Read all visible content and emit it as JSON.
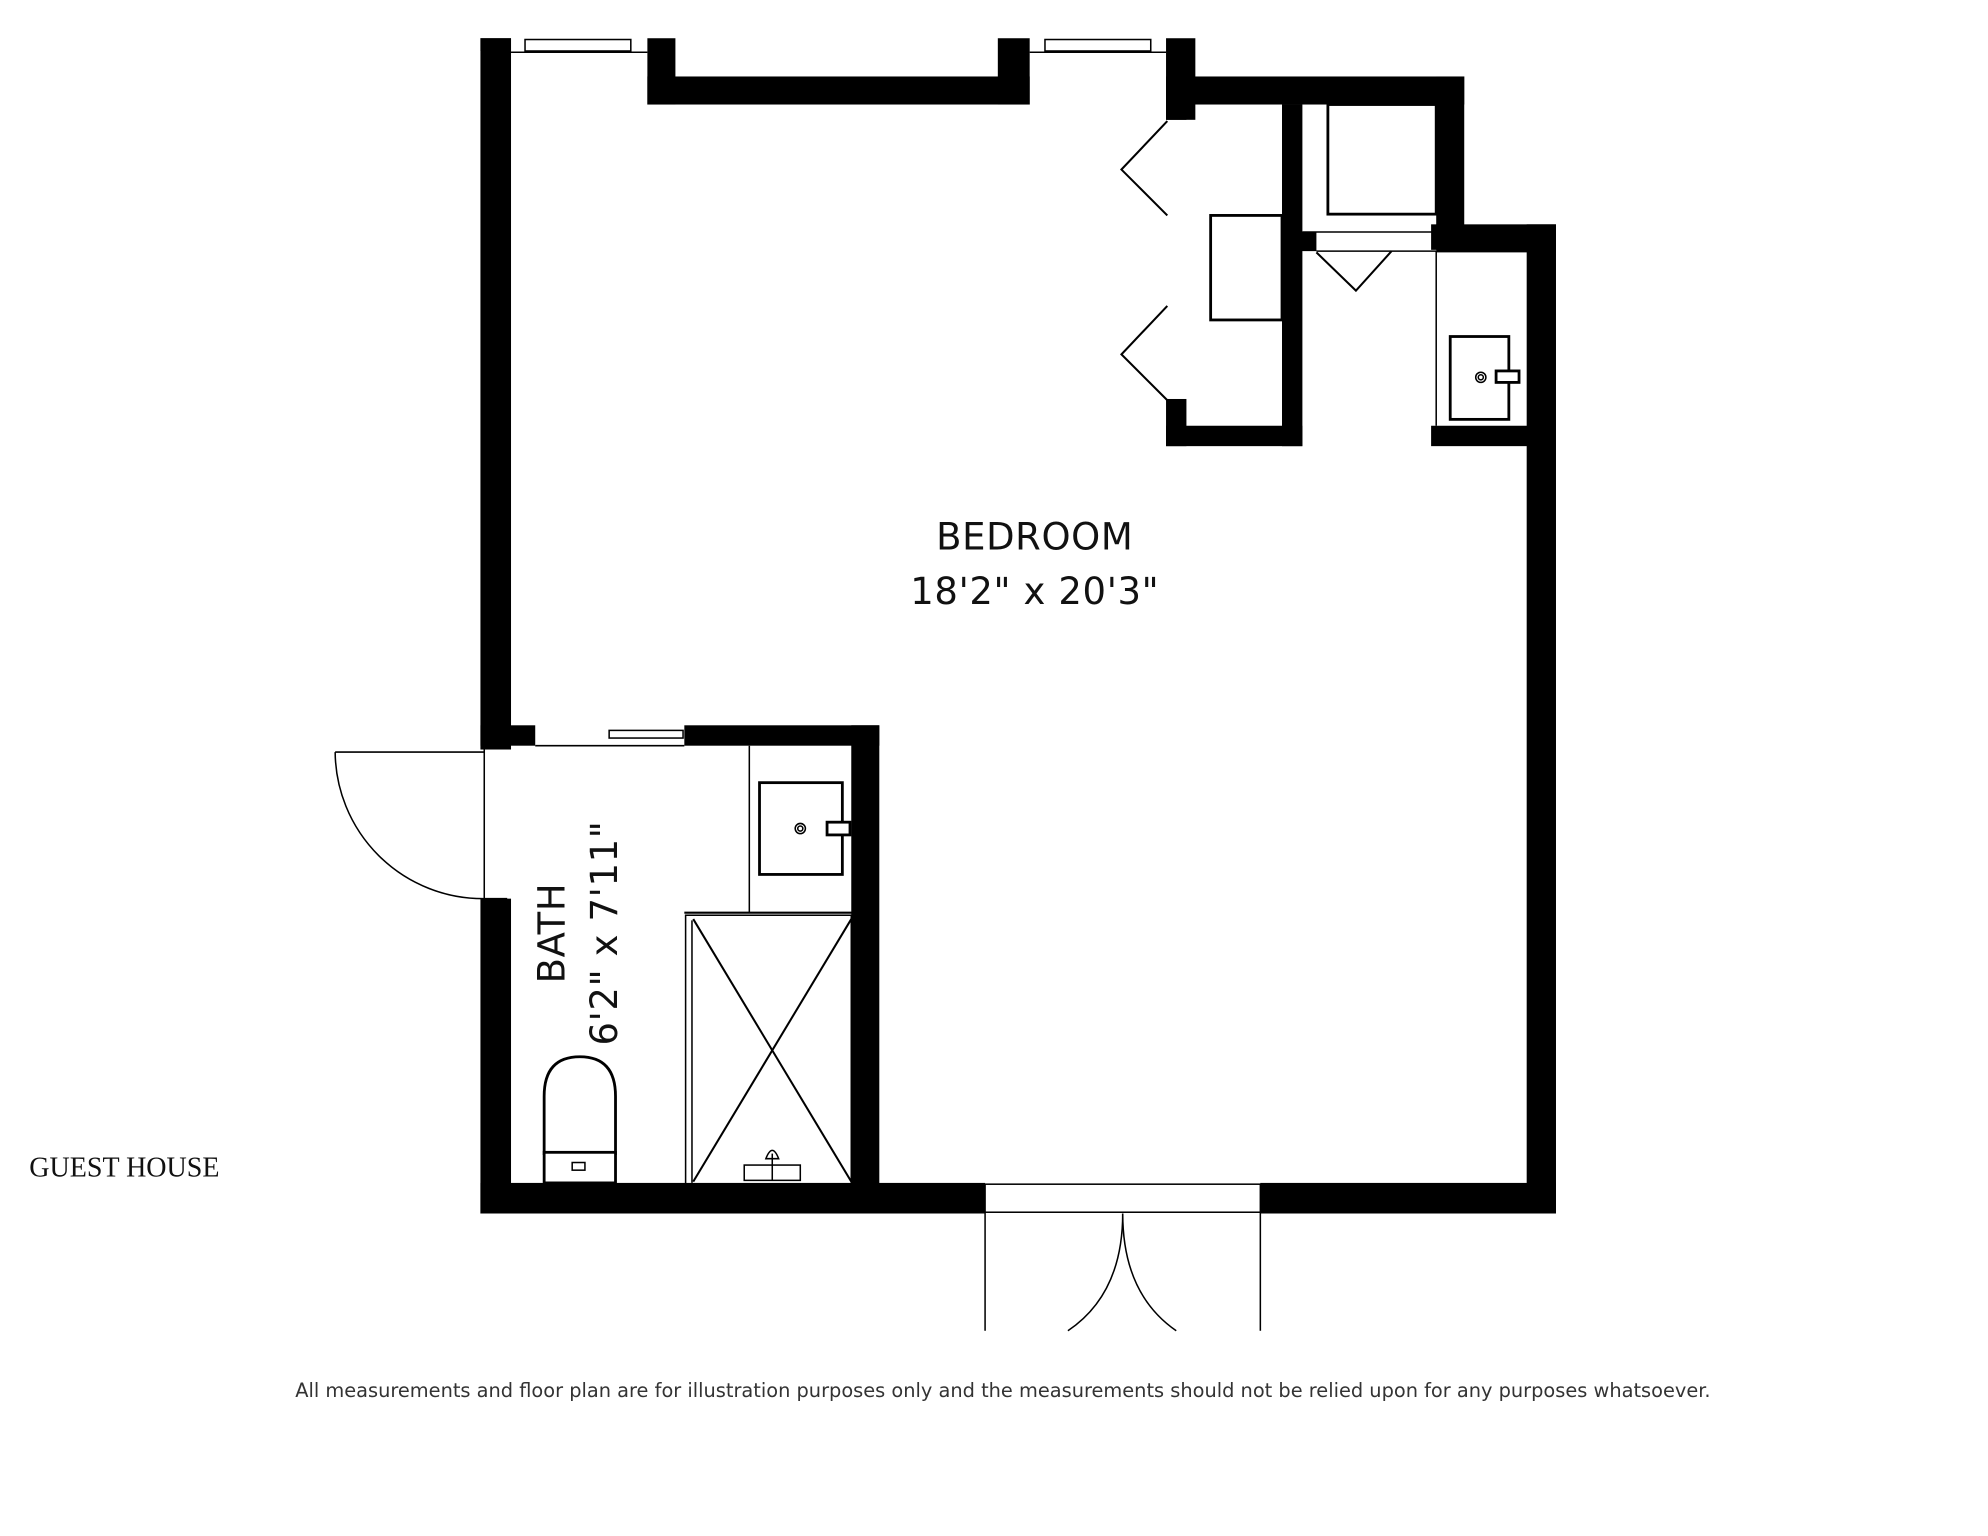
{
  "plan": {
    "title": "GUEST HOUSE",
    "disclaimer": "All measurements and floor plan are for illustration purposes only and the measurements should not be relied upon for any purposes whatsoever.",
    "colors": {
      "wall": "#000000",
      "background": "#ffffff",
      "text": "#111111"
    }
  },
  "rooms": [
    {
      "name": "BEDROOM",
      "dimensions": "18'2\" x 20'3\""
    },
    {
      "name": "BATH",
      "dimensions": "6'2\" x 7'11\""
    }
  ],
  "fixtures": [
    {
      "type": "window-icon",
      "count": 3
    },
    {
      "type": "closet-bifold-door-icon",
      "count": 2
    },
    {
      "type": "sink-icon",
      "count": 2
    },
    {
      "type": "toilet-icon",
      "count": 1
    },
    {
      "type": "shower-icon",
      "count": 1
    },
    {
      "type": "swing-door-icon",
      "count": 2
    },
    {
      "type": "double-door-icon",
      "count": 1
    }
  ]
}
